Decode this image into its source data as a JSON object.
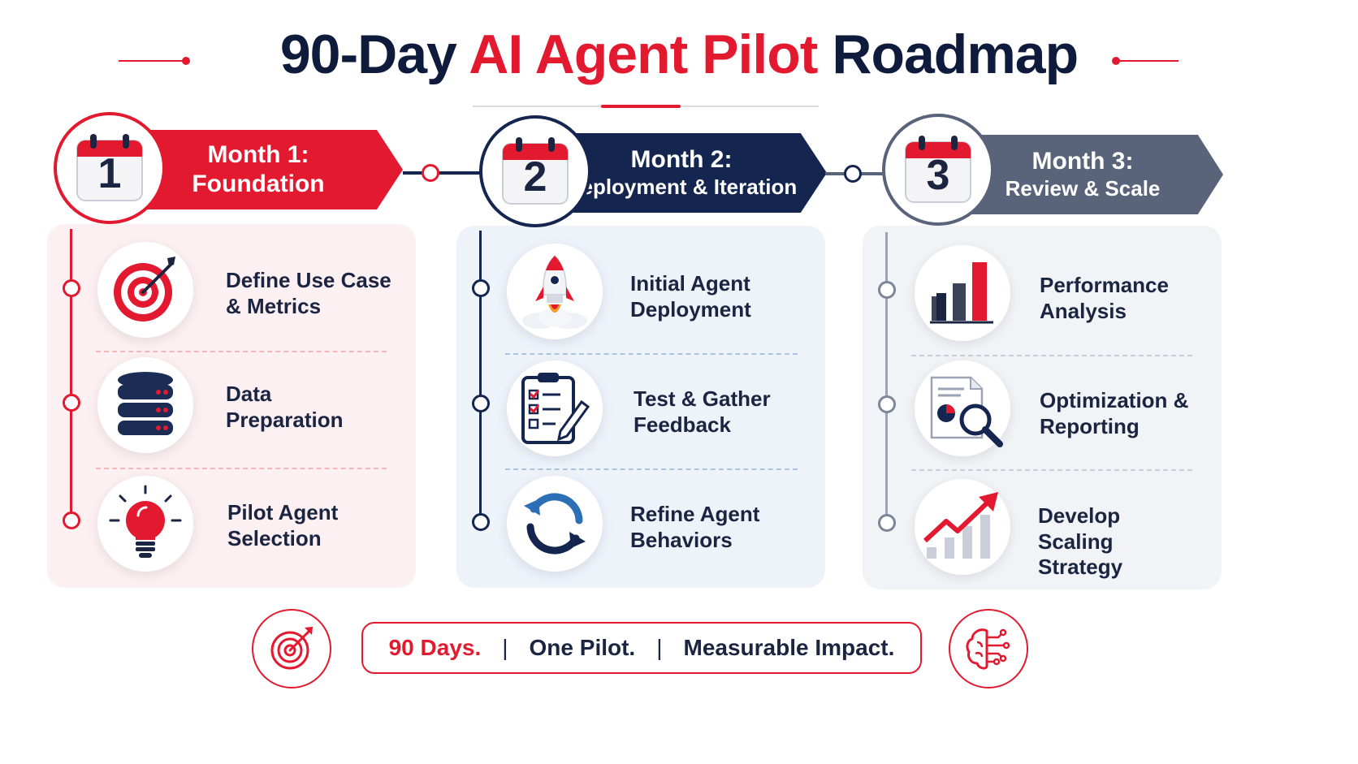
{
  "title": {
    "part1": "90-Day ",
    "part2": "AI Agent Pilot",
    "part3": " Roadmap"
  },
  "colors": {
    "red": "#e3192f",
    "navy": "#14254f",
    "slate": "#59647a",
    "text": "#1b2440"
  },
  "months": [
    {
      "number": "1",
      "line1": "Month 1:",
      "line2": "Foundation",
      "items": [
        {
          "line1": "Define Use Case",
          "line2": "& Metrics",
          "icon": "target-icon"
        },
        {
          "line1": "Data",
          "line2": "Preparation",
          "icon": "database-icon"
        },
        {
          "line1": "Pilot Agent",
          "line2": "Selection",
          "icon": "lightbulb-icon"
        }
      ]
    },
    {
      "number": "2",
      "line1": "Month 2:",
      "line2": "Deployment & Iteration",
      "items": [
        {
          "line1": "Initial Agent",
          "line2": "Deployment",
          "icon": "rocket-icon"
        },
        {
          "line1": "Test & Gather",
          "line2": "Feedback",
          "icon": "clipboard-icon"
        },
        {
          "line1": "Refine Agent",
          "line2": "Behaviors",
          "icon": "refresh-icon"
        }
      ]
    },
    {
      "number": "3",
      "line1": "Month 3:",
      "line2": "Review & Scale",
      "items": [
        {
          "line1": "Performance",
          "line2": "Analysis",
          "icon": "bar-chart-icon"
        },
        {
          "line1": "Optimization &",
          "line2": "Reporting",
          "icon": "report-magnifier-icon"
        },
        {
          "line1": "Develop Scaling",
          "line2": "Strategy",
          "icon": "growth-chart-icon"
        }
      ]
    }
  ],
  "tagline": {
    "part1": "90 Days.",
    "sep": "|",
    "part2": "One Pilot.",
    "part3": "Measurable Impact."
  },
  "bottom_icons": {
    "left": "target-icon",
    "right": "brain-circuit-icon"
  }
}
